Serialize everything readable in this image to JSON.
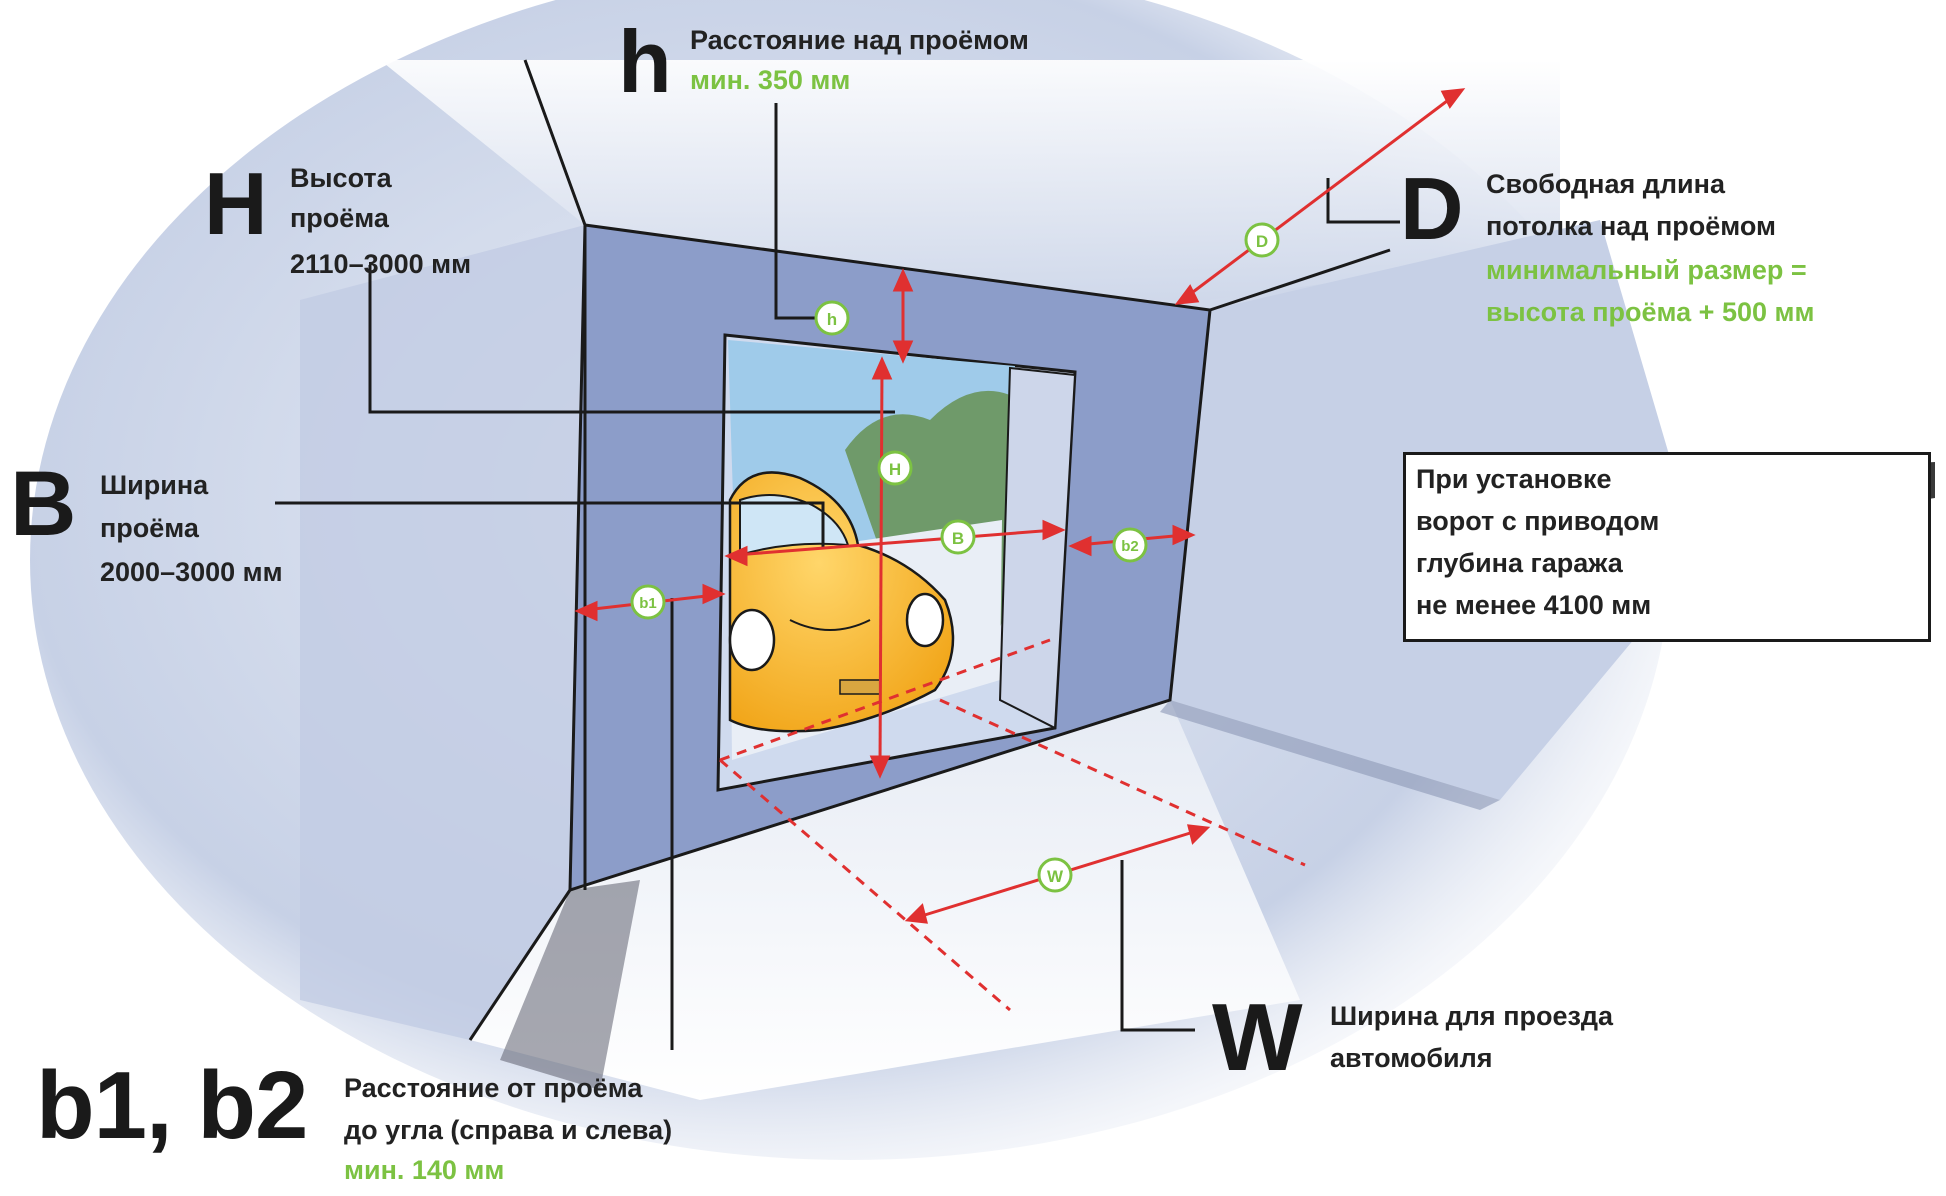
{
  "h": {
    "letter": "h",
    "title": "Расстояние над проёмом",
    "value": "мин. 350 мм"
  },
  "H": {
    "letter": "H",
    "lines": [
      "Высота",
      "проёма",
      "2110–3000 мм"
    ]
  },
  "D": {
    "letter": "D",
    "title_1": "Свободная длина",
    "title_2": "потолка над проёмом",
    "value_1": "минимальный размер =",
    "value_2": "высота проёма + 500 мм"
  },
  "B": {
    "letter": "B",
    "lines": [
      "Ширина",
      "проёма",
      "2000–3000 мм"
    ]
  },
  "note": {
    "lines": [
      "При установке",
      "ворот с приводом",
      "глубина гаража",
      "не менее  4100 мм"
    ]
  },
  "W": {
    "letter": "W",
    "lines": [
      "Ширина для проезда",
      "автомобиля"
    ]
  },
  "b": {
    "letter": "b1, b2",
    "line_1": "Расстояние от проёма",
    "line_2": "до угла (справа и слева)",
    "value": "мин. 140 мм"
  },
  "markers": {
    "h": "h",
    "H": "H",
    "B": "B",
    "D": "D",
    "b1": "b1",
    "b2": "b2",
    "W": "W"
  },
  "colors": {
    "wall": "#8b9cc8",
    "wall_dark": "#6f80b0",
    "room": "#c9d3e6",
    "arrow": "#e03030",
    "marker": "#7cc242",
    "car": "#f5b21e",
    "sky": "#9cc9ea",
    "tree": "#6f9a6a"
  }
}
